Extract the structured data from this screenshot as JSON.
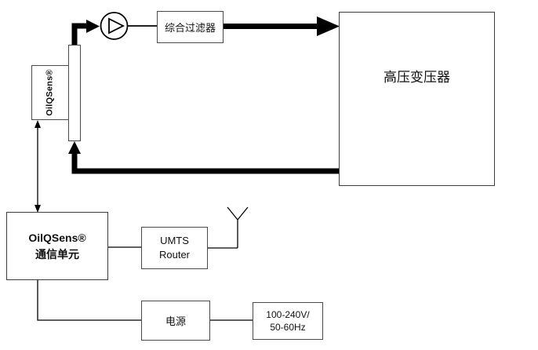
{
  "diagram": {
    "nodes": {
      "sensor": {
        "label": "OilQSens®"
      },
      "filter": {
        "label": "综合过滤器"
      },
      "transformer": {
        "label": "高压变压器"
      },
      "comm_unit": {
        "line1": "OilQSens®",
        "line2": "通信单元"
      },
      "umts_router": {
        "line1": "UMTS",
        "line2": "Router"
      },
      "power": {
        "label": "电源"
      },
      "power_spec": {
        "line1": "100-240V/",
        "line2": "50-60Hz"
      }
    },
    "colors": {
      "line": "#000000",
      "border": "#4a4a4a",
      "background": "#ffffff"
    }
  }
}
